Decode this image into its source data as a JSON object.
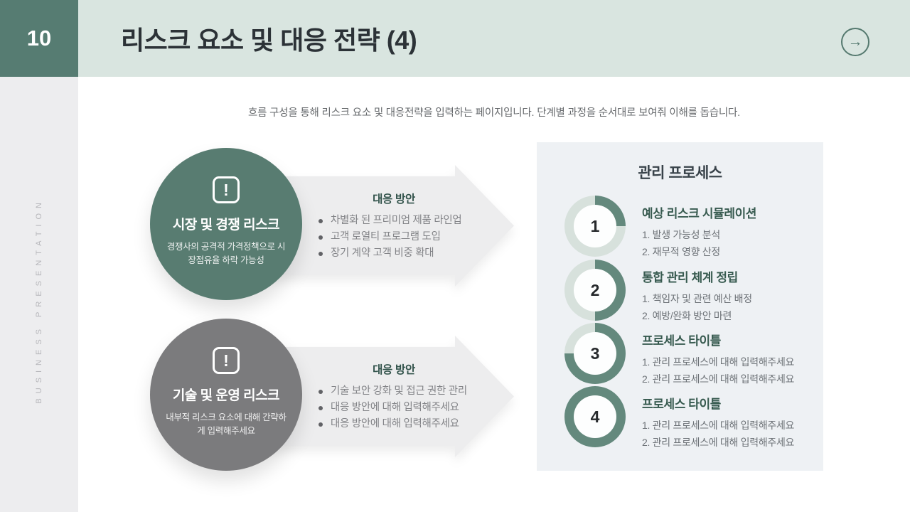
{
  "page": {
    "number": "10",
    "title": "리스크 요소 및 대응 전략 (4)",
    "subtitle": "흐름 구성을 통해 리스크 요소 및 대응전략을 입력하는 페이지입니다. 단계별 과정을 순서대로 보여줘 이해를 돕습니다.",
    "side_label": "BUSINESS PRESENTATION"
  },
  "icons": {
    "next_arrow": "→",
    "alert": "!"
  },
  "colors": {
    "accent_dark_teal": "#567c72",
    "header_band": "#d9e5e0",
    "left_strip": "#ededef",
    "arrow_body": "#ededee",
    "panel_bg": "#eef1f4",
    "ring_dark": "#64897d",
    "ring_light": "#d7e1dc",
    "risk_circle_1": "#587c71",
    "risk_circle_2": "#7b7b7d"
  },
  "flows": [
    {
      "risk_title": "시장 및 경쟁 리스크",
      "risk_desc": "경쟁사의 공격적 가격정책으로 시장점유율 하락 가능성",
      "plan_title": "대응 방안",
      "bullets": [
        "차별화 된 프리미엄 제품 라인업",
        "고객 로열티 프로그램 도입",
        "장기 계약 고객 비중 확대"
      ]
    },
    {
      "risk_title": "기술 및 운영 리스크",
      "risk_desc": "내부적 리스크 요소에 대해 간략하게 입력해주세요",
      "plan_title": "대응 방안",
      "bullets": [
        "기술 보안 강화 및 접근 권한 관리",
        "대응 방안에 대해 입력해주세요",
        "대응 방안에 대해 입력해주세요"
      ]
    }
  ],
  "process": {
    "title": "관리 프로세스",
    "steps": [
      {
        "number": "1",
        "progress": 25,
        "title": "예상 리스크 시뮬레이션",
        "items": [
          "1. 발생 가능성 분석",
          "2. 재무적 영향 산정"
        ]
      },
      {
        "number": "2",
        "progress": 50,
        "title": "통합 관리 체계 정립",
        "items": [
          "1. 책임자 및 관련 예산 배정",
          "2. 예방/완화 방안 마련"
        ]
      },
      {
        "number": "3",
        "progress": 75,
        "title": "프로세스 타이틀",
        "items": [
          "1. 관리 프로세스에 대해 입력해주세요",
          "2. 관리 프로세스에 대해 입력해주세요"
        ]
      },
      {
        "number": "4",
        "progress": 100,
        "title": "프로세스 타이틀",
        "items": [
          "1. 관리 프로세스에 대해 입력해주세요",
          "2. 관리 프로세스에 대해 입력해주세요"
        ]
      }
    ]
  }
}
